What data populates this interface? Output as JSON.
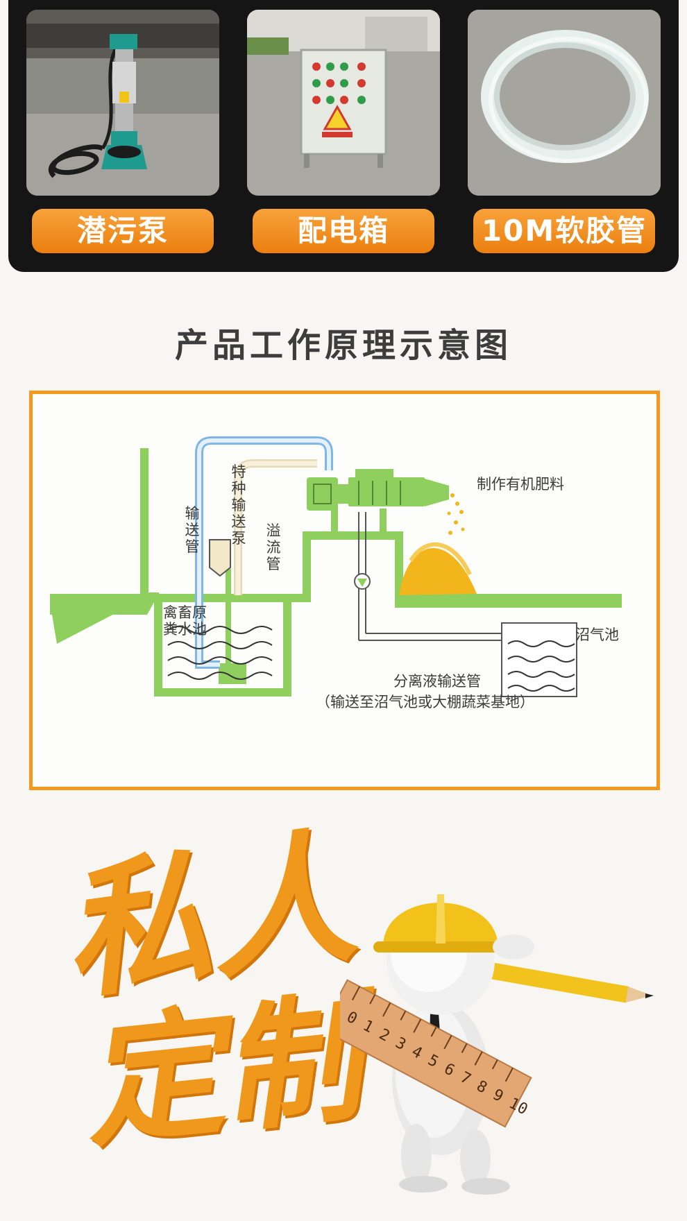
{
  "products": [
    {
      "label": "潜污泵",
      "icon": "submersible-pump-photo"
    },
    {
      "label": "配电箱",
      "icon": "distribution-box-photo"
    },
    {
      "label": "10M软胶管",
      "icon": "soft-hose-photo"
    }
  ],
  "section_title": "产品工作原理示意图",
  "diagram": {
    "labels": {
      "delivery_pipe": "输送管",
      "special_pump": "特种输送泵",
      "overflow_pipe": "溢流管",
      "manure_pool": "禽畜原粪水池",
      "fertilizer": "制作有机肥料",
      "biogas_pool": "沼气池",
      "separation_pipe": "分离液输送管",
      "separation_note": "（输送至沼气池或大棚蔬菜基地）"
    },
    "colors": {
      "structure": "#8fcf5e",
      "blue_pipe": "#7fb6e8",
      "beige_pipe": "#f2e7c6",
      "fertilizer": "#f2b51c",
      "frame": "#f39a1e"
    }
  },
  "promo": {
    "title_line1": "私人",
    "title_line2": "定制",
    "ruler_numbers": "0 1 2 3 4 5 6 7 8 9 10"
  }
}
